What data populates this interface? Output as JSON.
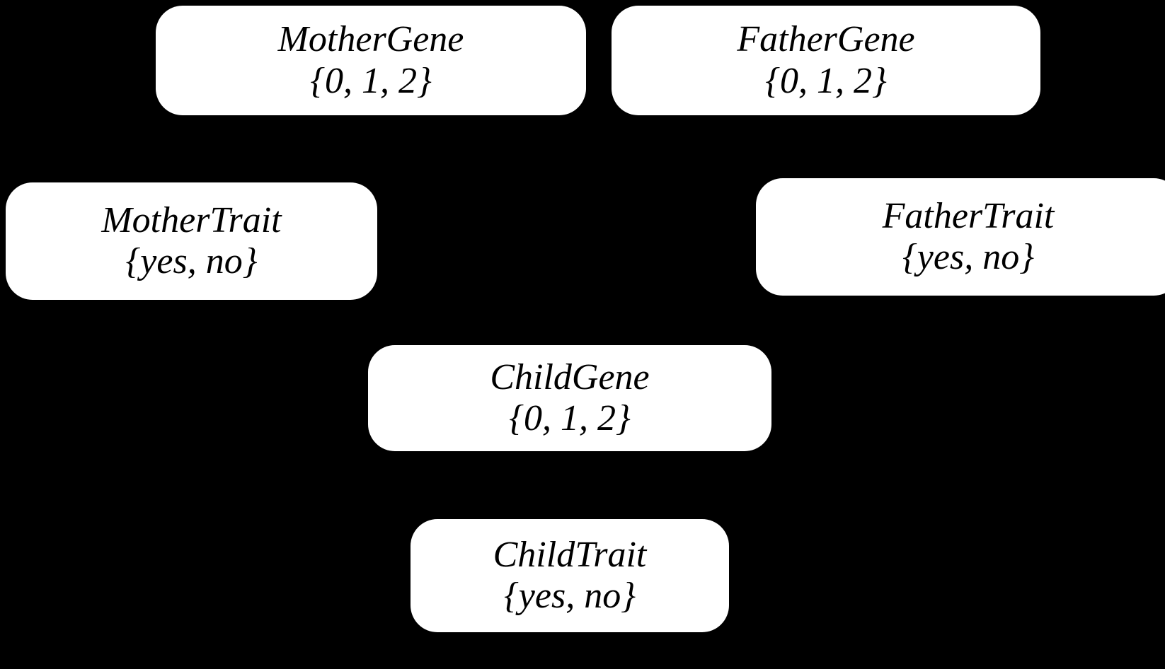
{
  "diagram": {
    "type": "bayesian-network",
    "background_color": "#000000",
    "node_fill_color": "#ffffff",
    "node_text_color": "#000000",
    "nodes": [
      {
        "id": "mother-gene",
        "name": "MotherGene",
        "domain": "{0, 1, 2}",
        "values": [
          "0",
          "1",
          "2"
        ]
      },
      {
        "id": "father-gene",
        "name": "FatherGene",
        "domain": "{0, 1, 2}",
        "values": [
          "0",
          "1",
          "2"
        ]
      },
      {
        "id": "mother-trait",
        "name": "MotherTrait",
        "domain": "{yes, no}",
        "values": [
          "yes",
          "no"
        ]
      },
      {
        "id": "father-trait",
        "name": "FatherTrait",
        "domain": "{yes, no}",
        "values": [
          "yes",
          "no"
        ]
      },
      {
        "id": "child-gene",
        "name": "ChildGene",
        "domain": "{0, 1, 2}",
        "values": [
          "0",
          "1",
          "2"
        ]
      },
      {
        "id": "child-trait",
        "name": "ChildTrait",
        "domain": "{yes, no}",
        "values": [
          "yes",
          "no"
        ]
      }
    ]
  }
}
